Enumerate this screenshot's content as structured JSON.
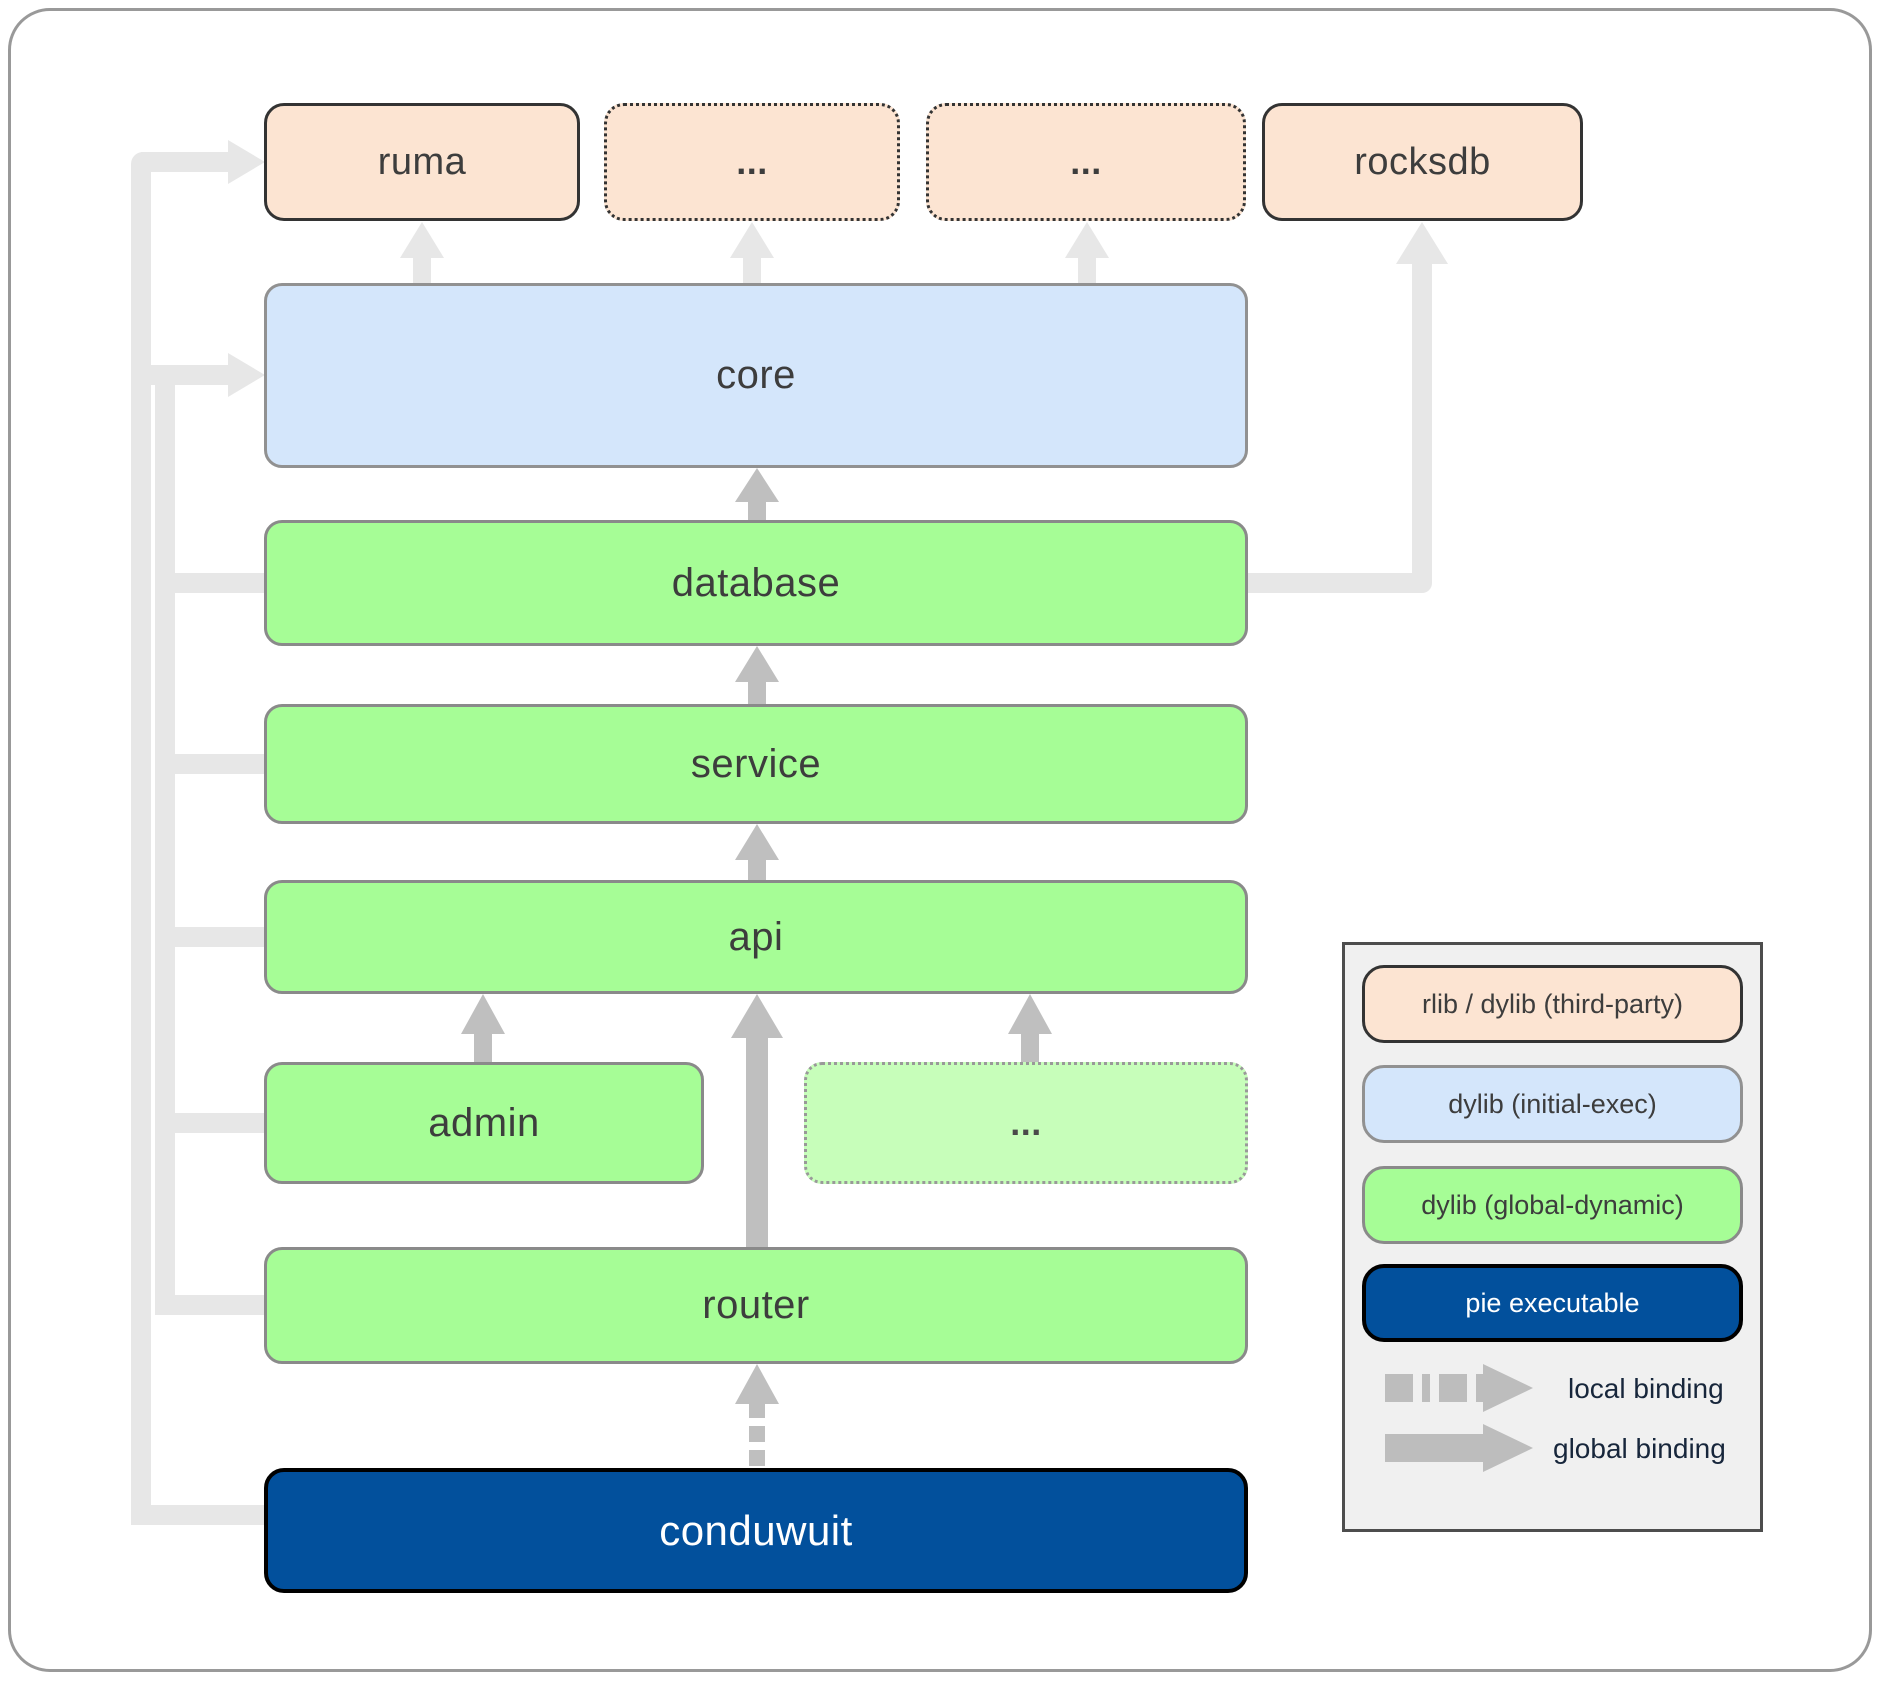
{
  "diagram": {
    "nodes": {
      "ruma": "ruma",
      "ellipsis_top_1": "...",
      "ellipsis_top_2": "...",
      "rocksdb": "rocksdb",
      "core": "core",
      "database": "database",
      "service": "service",
      "api": "api",
      "admin": "admin",
      "ellipsis_mid": "...",
      "router": "router",
      "conduwuit": "conduwuit"
    },
    "edges": [
      {
        "from": "conduwuit",
        "to": "router",
        "type": "local binding"
      },
      {
        "from": "conduwuit",
        "to": "ruma",
        "type": "global binding"
      },
      {
        "from": "conduwuit",
        "to": "core",
        "type": "global binding"
      },
      {
        "from": "conduwuit",
        "to": "database",
        "type": "global binding"
      },
      {
        "from": "conduwuit",
        "to": "service",
        "type": "global binding"
      },
      {
        "from": "conduwuit",
        "to": "api",
        "type": "global binding"
      },
      {
        "from": "conduwuit",
        "to": "admin",
        "type": "global binding"
      },
      {
        "from": "conduwuit",
        "to": "router",
        "type": "global binding"
      },
      {
        "from": "router",
        "to": "api",
        "type": "global binding"
      },
      {
        "from": "admin",
        "to": "api",
        "type": "global binding"
      },
      {
        "from": "api",
        "to": "service",
        "type": "global binding"
      },
      {
        "from": "service",
        "to": "database",
        "type": "global binding"
      },
      {
        "from": "database",
        "to": "core",
        "type": "global binding"
      },
      {
        "from": "database",
        "to": "rocksdb",
        "type": "global binding"
      },
      {
        "from": "core",
        "to": "ruma",
        "type": "global binding"
      },
      {
        "from": "core",
        "to": "third-party libs",
        "type": "global binding"
      }
    ],
    "legend": {
      "items": [
        {
          "label": "rlib / dylib (third-party)",
          "fill": "#fce4d2"
        },
        {
          "label": "dylib (initial-exec)",
          "fill": "#d4e6fb"
        },
        {
          "label": "dylib (global-dynamic)",
          "fill": "#a6fd96"
        },
        {
          "label": "pie executable",
          "fill": "#02509c"
        }
      ],
      "bindings": [
        {
          "label": "local binding",
          "style": "dashed"
        },
        {
          "label": "global binding",
          "style": "solid"
        }
      ]
    },
    "colors": {
      "third_party_fill": "#fce4d2",
      "initial_exec_fill": "#d4e6fb",
      "global_dynamic_fill": "#a6fd96",
      "global_dynamic_faded_fill": "#c7feba",
      "pie_executable_fill": "#02509c",
      "strong_arrow": "#bfbfbf",
      "faint_arrow": "#e7e7e7",
      "node_text": "#3d3d3d",
      "legend_background": "#f0f0f0"
    }
  }
}
